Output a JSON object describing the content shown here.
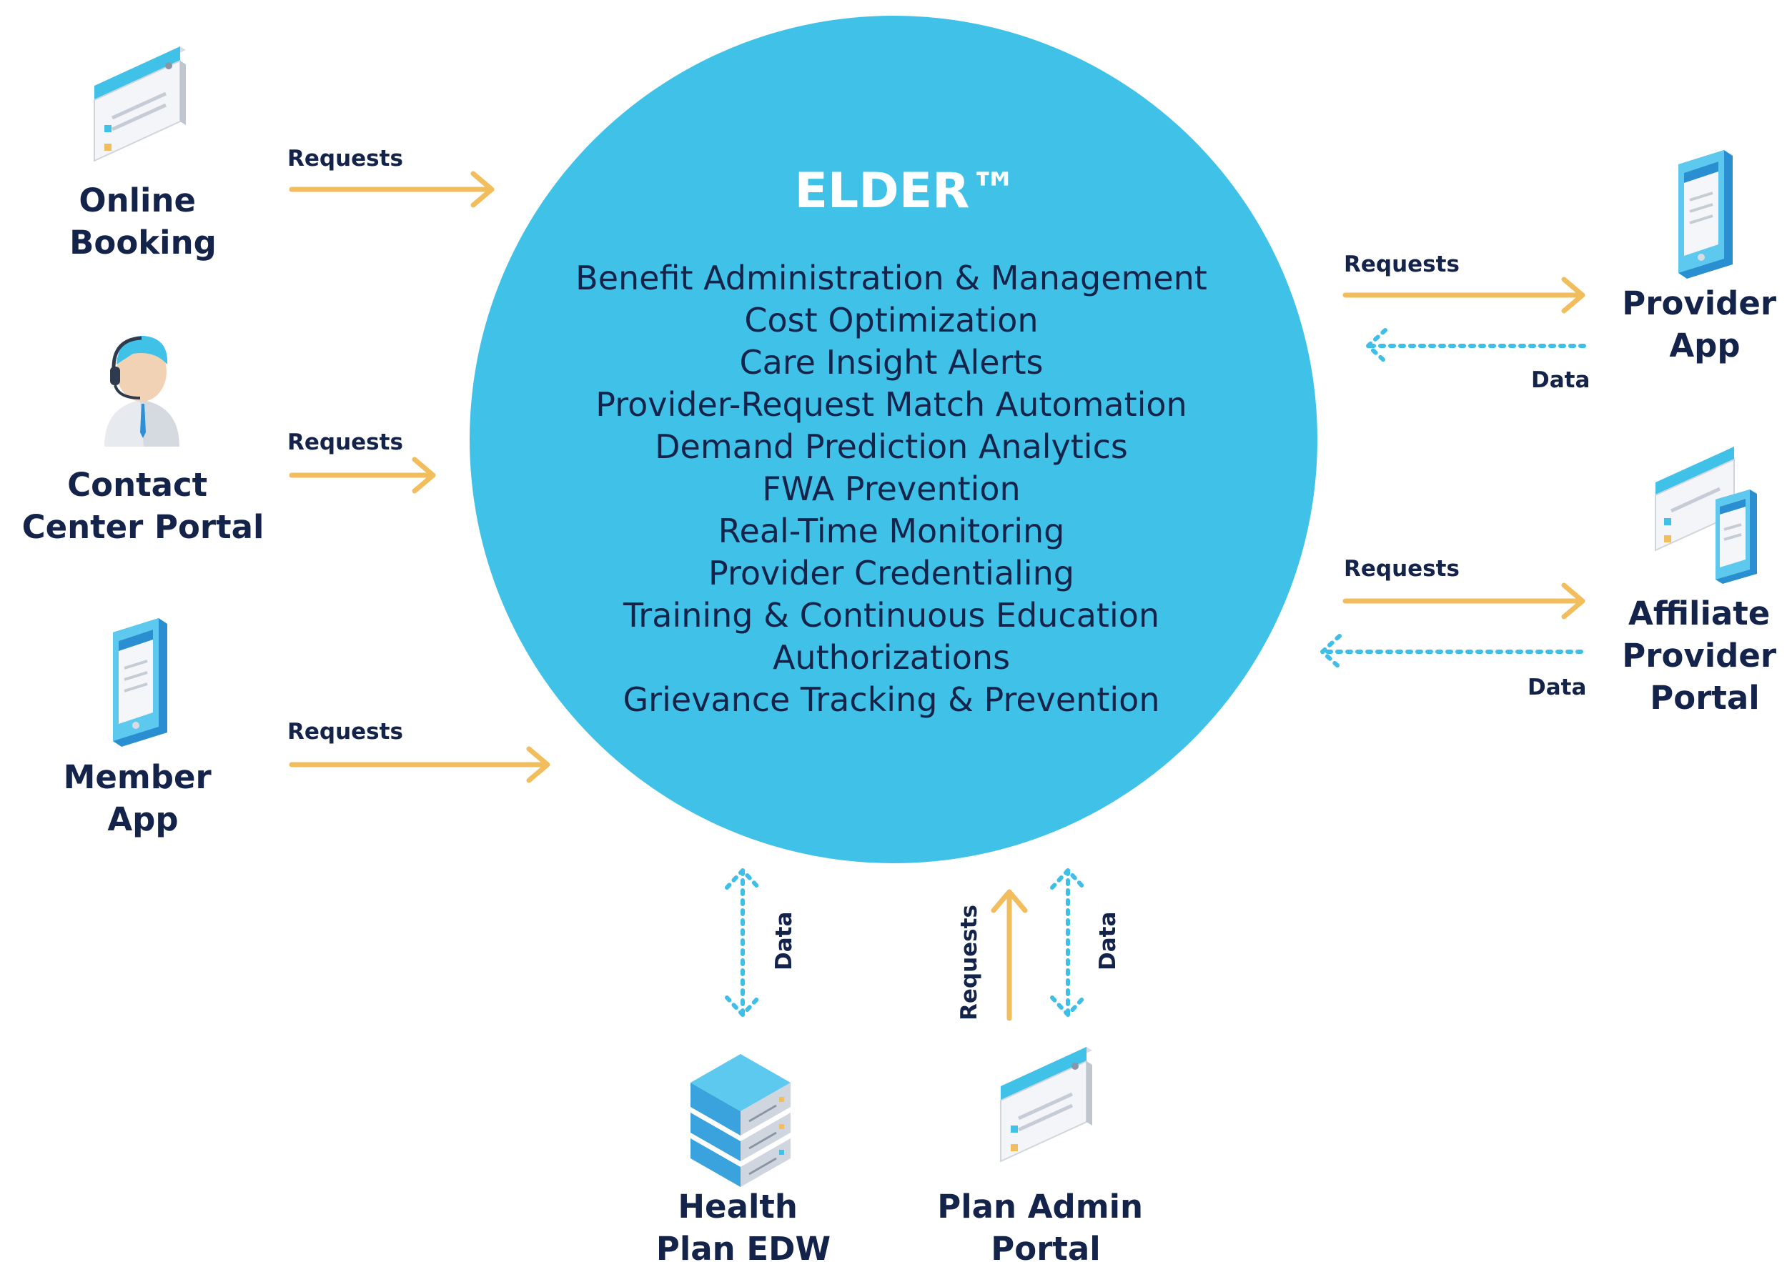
{
  "hub": {
    "title": "ELDER™",
    "capabilities": [
      "Benefit Administration & Management",
      "Cost Optimization",
      "Care Insight Alerts",
      "Provider-Request Match Automation",
      "Demand Prediction Analytics",
      "FWA Prevention",
      "Real-Time Monitoring",
      "Provider Credentialing",
      "Training & Continuous Education",
      "Authorizations",
      "Grievance Tracking & Prevention"
    ]
  },
  "nodes": {
    "online_booking": [
      "Online",
      "Booking"
    ],
    "contact_center": [
      "Contact",
      "Center Portal"
    ],
    "member_app": [
      "Member",
      "App"
    ],
    "provider_app": [
      "Provider",
      "App"
    ],
    "affiliate_portal": [
      "Affiliate",
      "Provider",
      "Portal"
    ],
    "health_plan_edw": [
      "Health",
      "Plan EDW"
    ],
    "plan_admin": [
      "Plan Admin",
      "Portal"
    ]
  },
  "edge_labels": {
    "requests": "Requests",
    "data": "Data"
  },
  "colors": {
    "hub": "#40c2e8",
    "requests_arrow": "#f2bd5c",
    "data_arrow": "#3fbfe8",
    "text": "#14234a"
  }
}
